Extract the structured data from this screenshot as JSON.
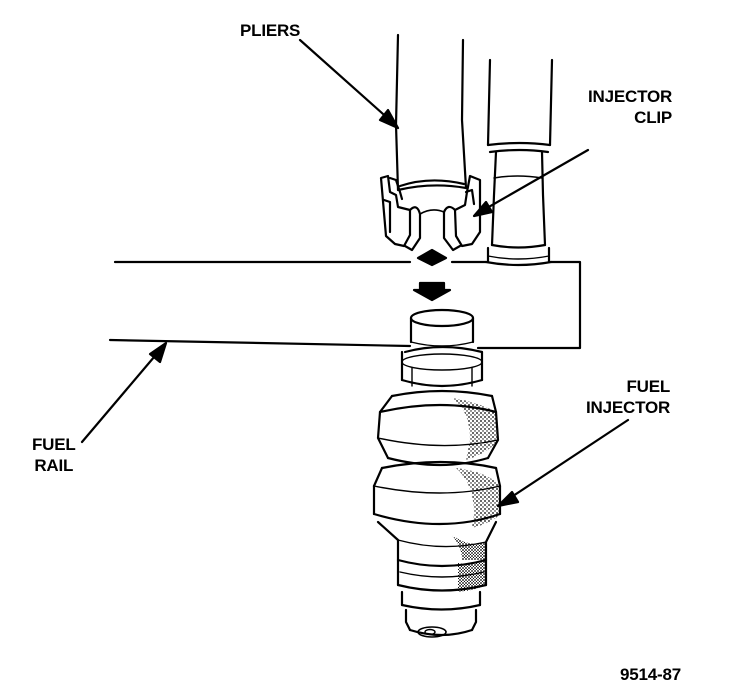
{
  "labels": {
    "pliers": "PLIERS",
    "injector_clip": [
      "INJECTOR",
      "CLIP"
    ],
    "fuel_injector": [
      "FUEL",
      "INJECTOR"
    ],
    "fuel_rail": [
      "FUEL",
      "RAIL"
    ]
  },
  "figure_number": "9514-87"
}
